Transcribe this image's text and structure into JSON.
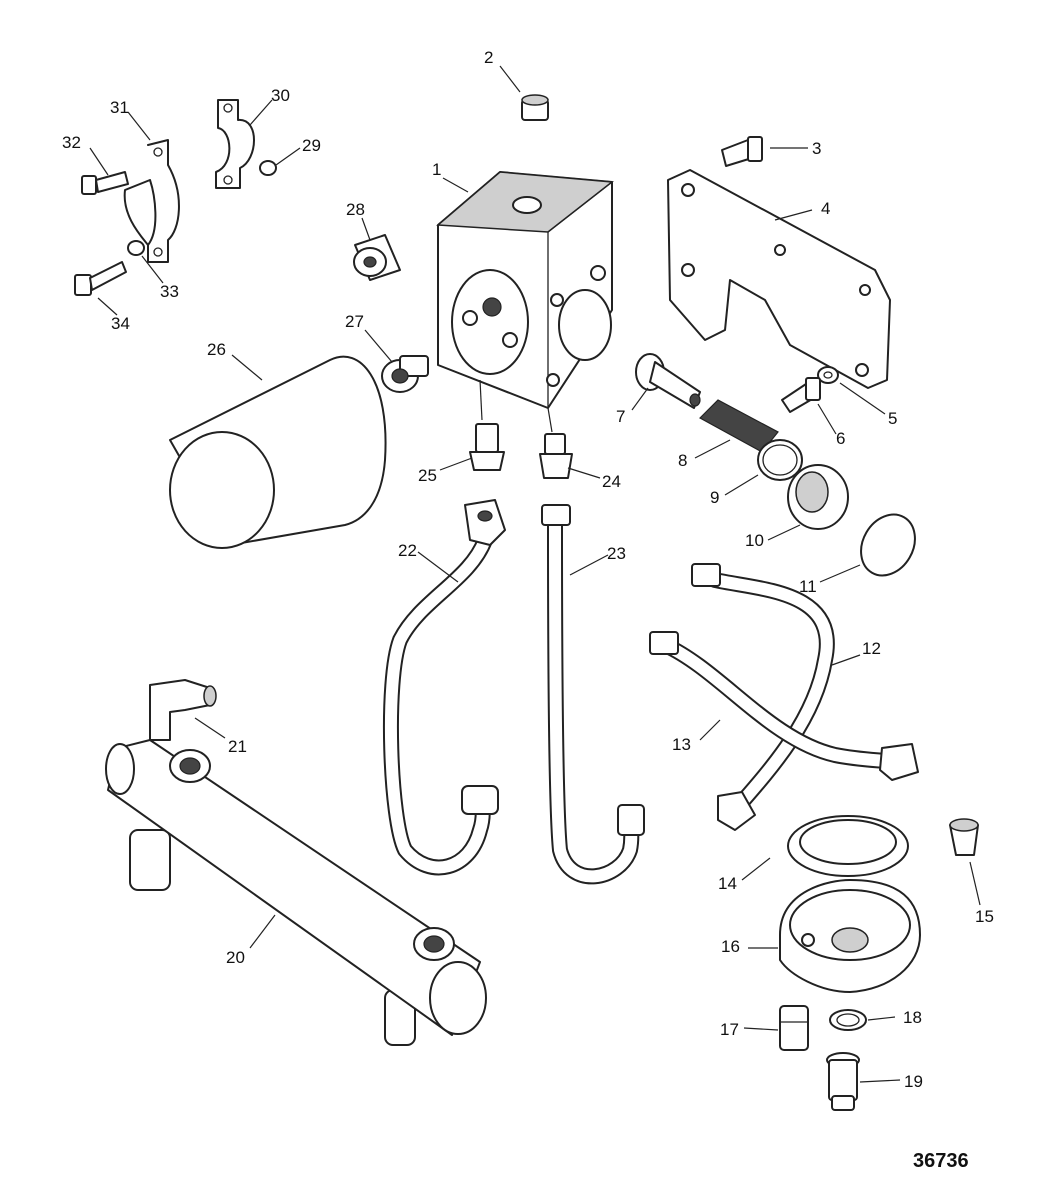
{
  "figure_number": "36736",
  "callouts": [
    "1",
    "2",
    "3",
    "4",
    "5",
    "6",
    "7",
    "8",
    "9",
    "10",
    "11",
    "12",
    "13",
    "14",
    "15",
    "16",
    "17",
    "18",
    "19",
    "20",
    "21",
    "22",
    "23",
    "24",
    "25",
    "26",
    "27",
    "28",
    "29",
    "30",
    "31",
    "32",
    "33",
    "34"
  ],
  "colors": {
    "line": "#222222",
    "background": "#ffffff",
    "shade": "#cfcfcf"
  }
}
